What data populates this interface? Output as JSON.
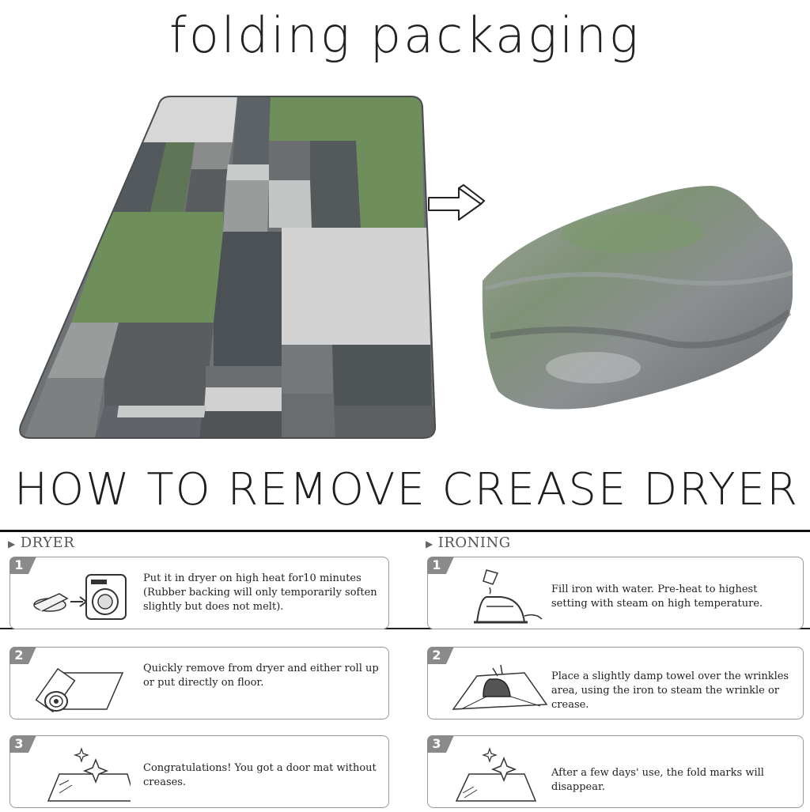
{
  "top_title": "folding packaging",
  "section_title": "HOW TO REMOVE CREASE DRYER",
  "dryer": {
    "heading": "DRYER",
    "steps": [
      {
        "num": "1",
        "text": "Put it in dryer on high heat for10 minutes (Rubber backing will only temporarily soften slightly but does not melt)."
      },
      {
        "num": "2",
        "text": "Quickly remove from dryer and either roll up or put directly on floor."
      },
      {
        "num": "3",
        "text": "Congratulations! You got a door mat without creases."
      }
    ]
  },
  "ironing": {
    "heading": "IRONING",
    "steps": [
      {
        "num": "1",
        "text": "Fill iron with water. Pre-heat to highest setting with steam on high temperature."
      },
      {
        "num": "2",
        "text": "Place a slightly damp towel over the wrinkles area, using the iron to steam the wrinkle or crease."
      },
      {
        "num": "3",
        "text": "After a few days' use, the fold marks will disappear."
      }
    ]
  },
  "icons": [
    "rug-roll-icon",
    "dryer-icon",
    "rolled-mat-icon",
    "sparkle-mat-icon",
    "iron-water-icon",
    "iron-towel-icon"
  ],
  "colors": {
    "green": "#6e8f5c",
    "light_gray": "#d0d0d0",
    "mid_gray": "#7d7f80",
    "dark_gray": "#505456",
    "card_border": "#9a9a9a"
  }
}
